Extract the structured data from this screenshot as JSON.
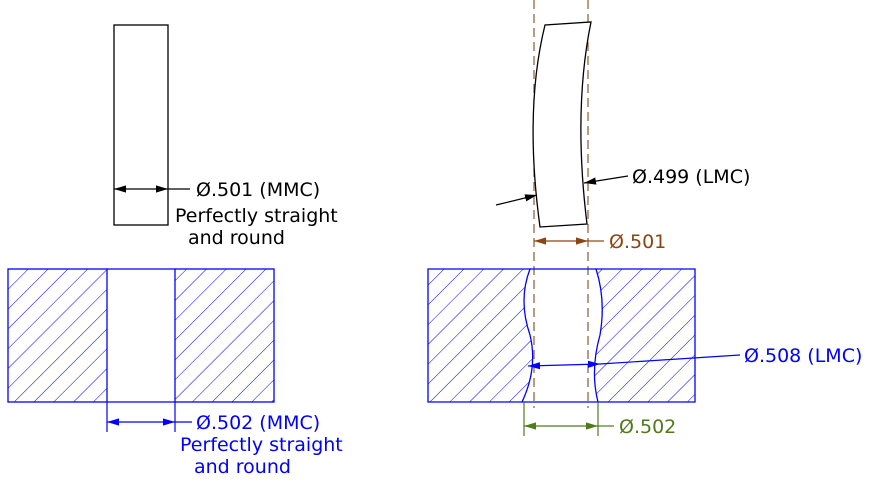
{
  "colors": {
    "black": "#000000",
    "blue": "#0000ff",
    "brown": "#8b4513",
    "olive": "#4f7a1a",
    "dashed": "#8b5a2b"
  },
  "labels": {
    "pin_mmc_dim": "Ø.501 (MMC)",
    "pin_mmc_note1": "Perfectly straight",
    "pin_mmc_note2": "and round",
    "hole_mmc_dim": "Ø.502 (MMC)",
    "hole_mmc_note1": "Perfectly straight",
    "hole_mmc_note2": "and round",
    "pin_lmc_dim": "Ø.499 (LMC)",
    "virtual_pin_dim": "Ø.501",
    "hole_lmc_dim": "Ø.508 (LMC)",
    "virtual_hole_dim": "Ø.502"
  }
}
